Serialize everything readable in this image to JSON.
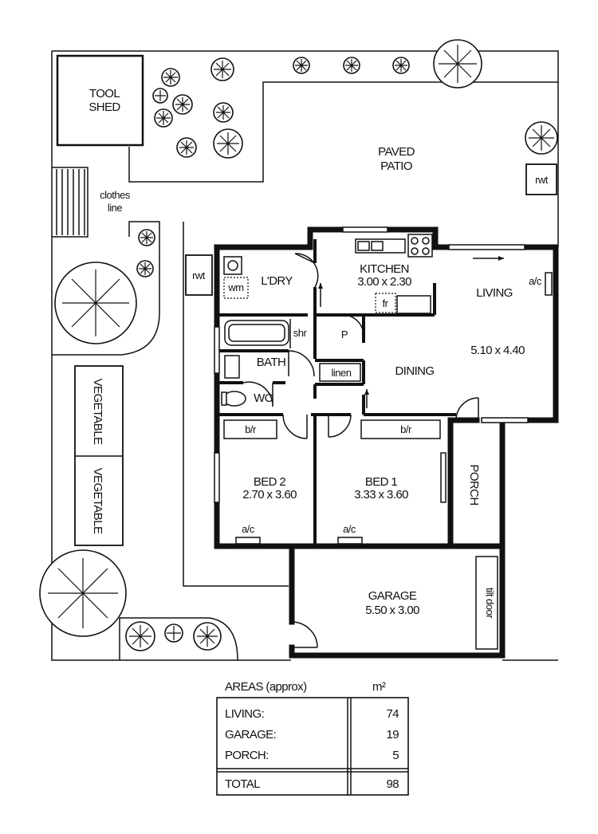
{
  "labels": {
    "tool_shed_1": "TOOL",
    "tool_shed_2": "SHED",
    "paved_1": "PAVED",
    "paved_2": "PATIO",
    "clothes_1": "clothes",
    "clothes_2": "line",
    "rwt_1": "rwt",
    "rwt_2": "rwt",
    "kitchen": "KITCHEN",
    "kitchen_dim": "3.00 x 2.30",
    "laundry": "L'DRY",
    "wm": "wm",
    "fr": "fr",
    "p": "P",
    "shr": "shr",
    "bath": "BATH",
    "linen": "linen",
    "wc": "WC",
    "living": "LIVING",
    "ac_living": "a/c",
    "living_dim": "5.10 x 4.40",
    "dining": "DINING",
    "blr_1": "b/r",
    "blr_2": "b/r",
    "bed2": "BED 2",
    "bed2_dim": "2.70 x 3.60",
    "bed1": "BED 1",
    "bed1_dim": "3.33 x 3.60",
    "ac_bed2": "a/c",
    "ac_bed1": "a/c",
    "porch": "PORCH",
    "garage": "GARAGE",
    "garage_dim": "5.50 x 3.00",
    "tilt_door": "tilt door",
    "veg_1": "VEGETABLE",
    "veg_2": "VEGETABLE"
  },
  "areas_table": {
    "title": "AREAS (approx)",
    "unit": "m²",
    "rows": [
      {
        "name": "LIVING:",
        "value": "74"
      },
      {
        "name": "GARAGE:",
        "value": "19"
      },
      {
        "name": "PORCH:",
        "value": "5"
      }
    ],
    "total": {
      "name": "TOTAL",
      "value": "98"
    }
  }
}
